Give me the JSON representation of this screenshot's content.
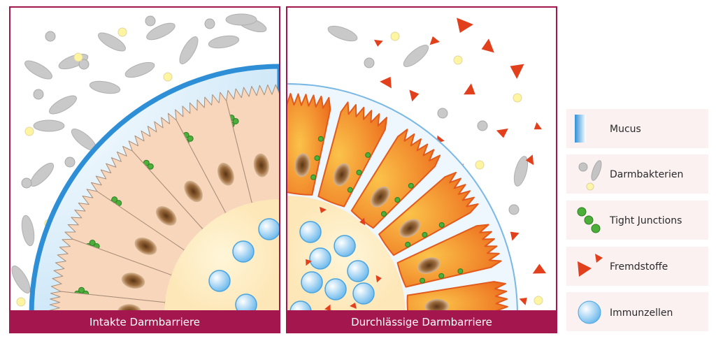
{
  "panels": {
    "intact": {
      "caption": "Intakte Darmbarriere"
    },
    "leaky": {
      "caption": "Durchlässige Darmbarriere"
    }
  },
  "legend": [
    {
      "icon": "mucus-icon",
      "label": "Mucus"
    },
    {
      "icon": "bacteria-icon",
      "label": "Darmbakterien"
    },
    {
      "icon": "tight-junction-icon",
      "label": "Tight Junctions"
    },
    {
      "icon": "foreign-substance-icon",
      "label": "Fremdstoffe"
    },
    {
      "icon": "immune-cell-icon",
      "label": "Immunzellen"
    }
  ],
  "colors": {
    "frame": "#a3174e",
    "caption_bar": "#a3174e",
    "mucus": "#2e8fd6",
    "cell_intact": "#f7d6bc",
    "cell_leaky": "#f39a1e",
    "cell_leaky_edge": "#e25a1c",
    "nucleus": "#8a5a2e",
    "tight_junction": "#4caf3a",
    "foreign": "#e2401c",
    "immune": "#7cc6f2",
    "bacteria": "#c4c4c4",
    "legend_bg": "#fbf1f1"
  }
}
